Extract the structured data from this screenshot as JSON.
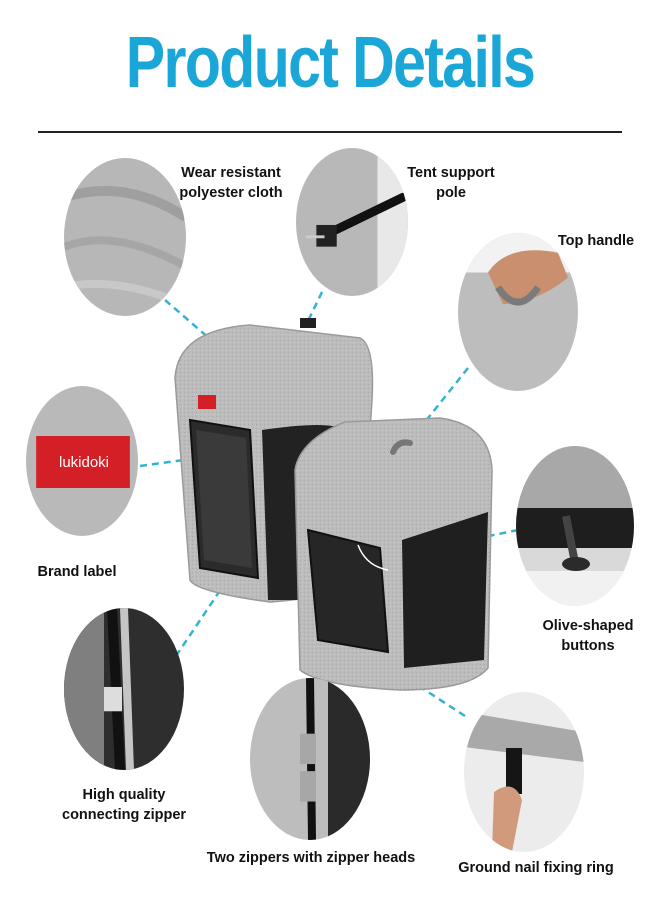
{
  "title": "Product Details",
  "brand_text": "lukidoki",
  "colors": {
    "title": "#1aa6d7",
    "accent_line": "#33b3d3",
    "fabric": "#b9b9b9",
    "fabric_dark": "#8e8e8e",
    "mesh": "#2a2a2a",
    "brand_label_red": "#d41f26",
    "rule": "#222222"
  },
  "features": {
    "fabric": {
      "line1": "Wear resistant",
      "line2": "polyester cloth",
      "icon": "fabric-closeup"
    },
    "pole": {
      "line1": "Tent support",
      "line2": "pole",
      "icon": "support-pole"
    },
    "handle": {
      "line1": "Top handle",
      "icon": "hand-handle"
    },
    "brand": {
      "line1": "Brand label",
      "icon": "red-label"
    },
    "buttons": {
      "line1": "Olive-shaped",
      "line2": "buttons",
      "icon": "toggle-button"
    },
    "connect_zipper": {
      "line1": "High quality",
      "line2": "connecting zipper",
      "icon": "zipper"
    },
    "two_zippers": {
      "line1": "Two zippers with zipper heads",
      "icon": "zipper-heads"
    },
    "nail_ring": {
      "line1": "Ground nail fixing ring",
      "icon": "finger-loop"
    }
  }
}
